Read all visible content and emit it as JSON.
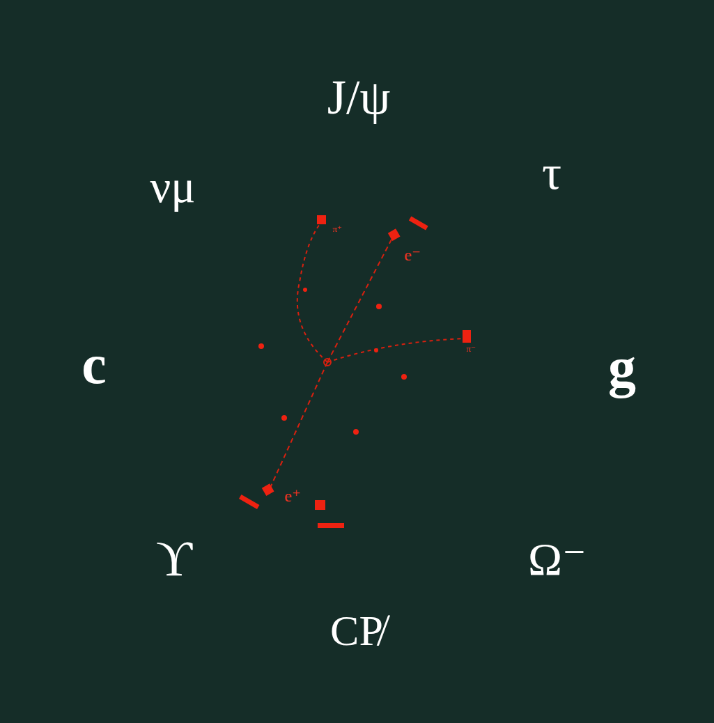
{
  "diagram": {
    "nodes": [
      {
        "text": [
          "J/ψ",
          "τ",
          "g",
          "Ω⁻",
          "CP̸",
          "ϒ",
          "c",
          "νμ"
        ]
      },
      {
        "text": [
          "π⁺",
          "e⁻",
          "π⁻",
          "e⁺"
        ],
        "in": 0
      }
    ]
  }
}
